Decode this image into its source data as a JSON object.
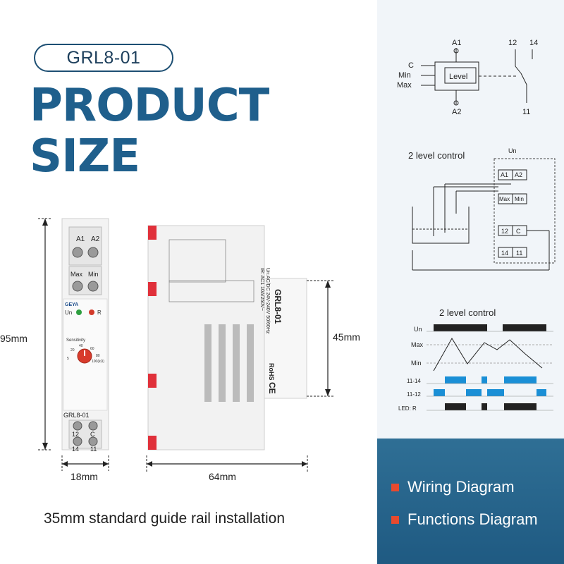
{
  "model": "GRL8-01",
  "title_line1": "PRODUCT",
  "title_line2": "SIZE",
  "dimensions": {
    "height": "95mm",
    "width": "18mm",
    "depth": "64mm",
    "front_height": "45mm"
  },
  "caption": "35mm standard guide rail installation",
  "device_front": {
    "terminals_top": [
      "A1",
      "A2"
    ],
    "terminals_mid": [
      "Max",
      "Min"
    ],
    "brand": "GEYA",
    "leds": [
      "Un",
      "R"
    ],
    "knob_label": "Sensitivity",
    "knob_scale": [
      "5",
      "20",
      "40",
      "60",
      "80",
      "100(kΩ)"
    ],
    "model_label": "GRL8-01",
    "terminals_bottom": [
      "12",
      "C",
      "14",
      "11"
    ]
  },
  "device_side": {
    "model_label": "GRL8-01",
    "spec1": "Un:AC/DC 24V-240V 50/60Hz",
    "spec2": "IR: AC1 10A/250V~",
    "rohs": "RoHS",
    "ce": "CE"
  },
  "wiring": {
    "terminals": [
      "A1",
      "A2",
      "C",
      "Min",
      "Max",
      "Level",
      "12",
      "14",
      "11"
    ]
  },
  "two_level_top": {
    "title": "2 level control",
    "labels": [
      "Un",
      "A1",
      "A2",
      "Max",
      "Min",
      "12",
      "C",
      "14",
      "11"
    ]
  },
  "function_diagram": {
    "title": "2 level control",
    "rows": [
      "Un",
      "Max",
      "Min",
      "11-14",
      "11-12",
      "LED: R"
    ]
  },
  "legend": [
    "Wiring Diagram",
    "Functions Diagram"
  ],
  "colors": {
    "title": "#1f5f8c",
    "banner": "#22608a",
    "bullet": "#e84a2e",
    "relay_bar": "#1a8fd6"
  }
}
